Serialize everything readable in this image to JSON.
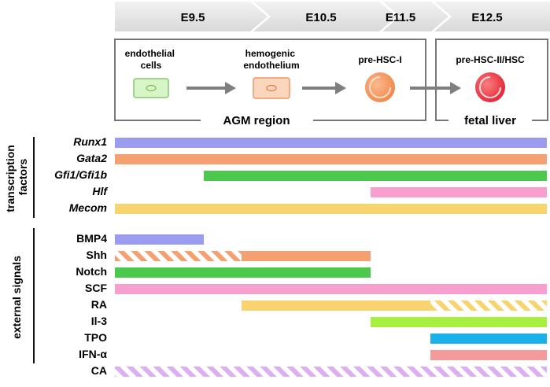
{
  "timeline": {
    "stages": [
      "E9.5",
      "E10.5",
      "E11.5",
      "E12.5"
    ]
  },
  "cells": {
    "endothelial": "endothelial cells",
    "endothelial_lines": [
      "endothelial",
      "cells"
    ],
    "hemogenic": "hemogenic endothelium",
    "hemogenic_lines": [
      "hemogenic",
      "endothelium"
    ],
    "pre_hsc_1": "pre-HSC-I",
    "pre_hsc_2": "pre-HSC-II/HSC"
  },
  "regions": {
    "agm": "AGM region",
    "fetal_liver": "fetal liver"
  },
  "groups": {
    "transcription_factors": "transcription factors",
    "transcription_factors_lines": [
      "transcription",
      "factors"
    ],
    "external_signals": "external signals"
  },
  "transcription_factors": [
    {
      "name": "Runx1",
      "start": "E9.5",
      "end": "E12.5",
      "color": "#9b9cf0"
    },
    {
      "name": "Gata2",
      "start": "E9.5",
      "end": "E12.5",
      "color": "#f5a070"
    },
    {
      "name": "Gfi1/Gfi1b",
      "start": "E10.0",
      "end": "E12.5",
      "color": "#4cc94c"
    },
    {
      "name": "Hlf",
      "start": "E11.0",
      "end": "E12.5",
      "color": "#f7a0d0"
    },
    {
      "name": "Mecom",
      "start": "E9.5",
      "end": "E12.5",
      "color": "#f8d470"
    }
  ],
  "external_signals": [
    {
      "name": "BMP4",
      "segments": [
        {
          "start": "E9.5",
          "end": "E10.0",
          "color": "#9b9cf0",
          "style": "solid"
        }
      ]
    },
    {
      "name": "Shh",
      "segments": [
        {
          "start": "E9.5",
          "end": "E10.5",
          "color": "#f5a070",
          "style": "hatched"
        },
        {
          "start": "E10.5",
          "end": "E11.0",
          "color": "#f5a070",
          "style": "solid"
        }
      ]
    },
    {
      "name": "Notch",
      "segments": [
        {
          "start": "E9.5",
          "end": "E11.0",
          "color": "#4cc94c",
          "style": "solid"
        }
      ]
    },
    {
      "name": "SCF",
      "segments": [
        {
          "start": "E9.5",
          "end": "E12.5",
          "color": "#f7a0d0",
          "style": "solid"
        }
      ]
    },
    {
      "name": "RA",
      "segments": [
        {
          "start": "E10.5",
          "end": "E11.5",
          "color": "#f8d470",
          "style": "solid"
        },
        {
          "start": "E11.5",
          "end": "E12.5",
          "color": "#f8d470",
          "style": "hatched"
        }
      ]
    },
    {
      "name": "Il-3",
      "segments": [
        {
          "start": "E11.0",
          "end": "E12.5",
          "color": "#a8f040",
          "style": "solid"
        }
      ]
    },
    {
      "name": "TPO",
      "segments": [
        {
          "start": "E11.5",
          "end": "E12.5",
          "color": "#1ab0e8",
          "style": "solid"
        }
      ]
    },
    {
      "name": "IFN-α",
      "segments": [
        {
          "start": "E11.5",
          "end": "E12.5",
          "color": "#f59a9a",
          "style": "solid"
        }
      ]
    },
    {
      "name": "CA",
      "segments": [
        {
          "start": "E9.5",
          "end": "E12.5",
          "color": "#dcb0f0",
          "style": "hatched"
        }
      ]
    }
  ]
}
